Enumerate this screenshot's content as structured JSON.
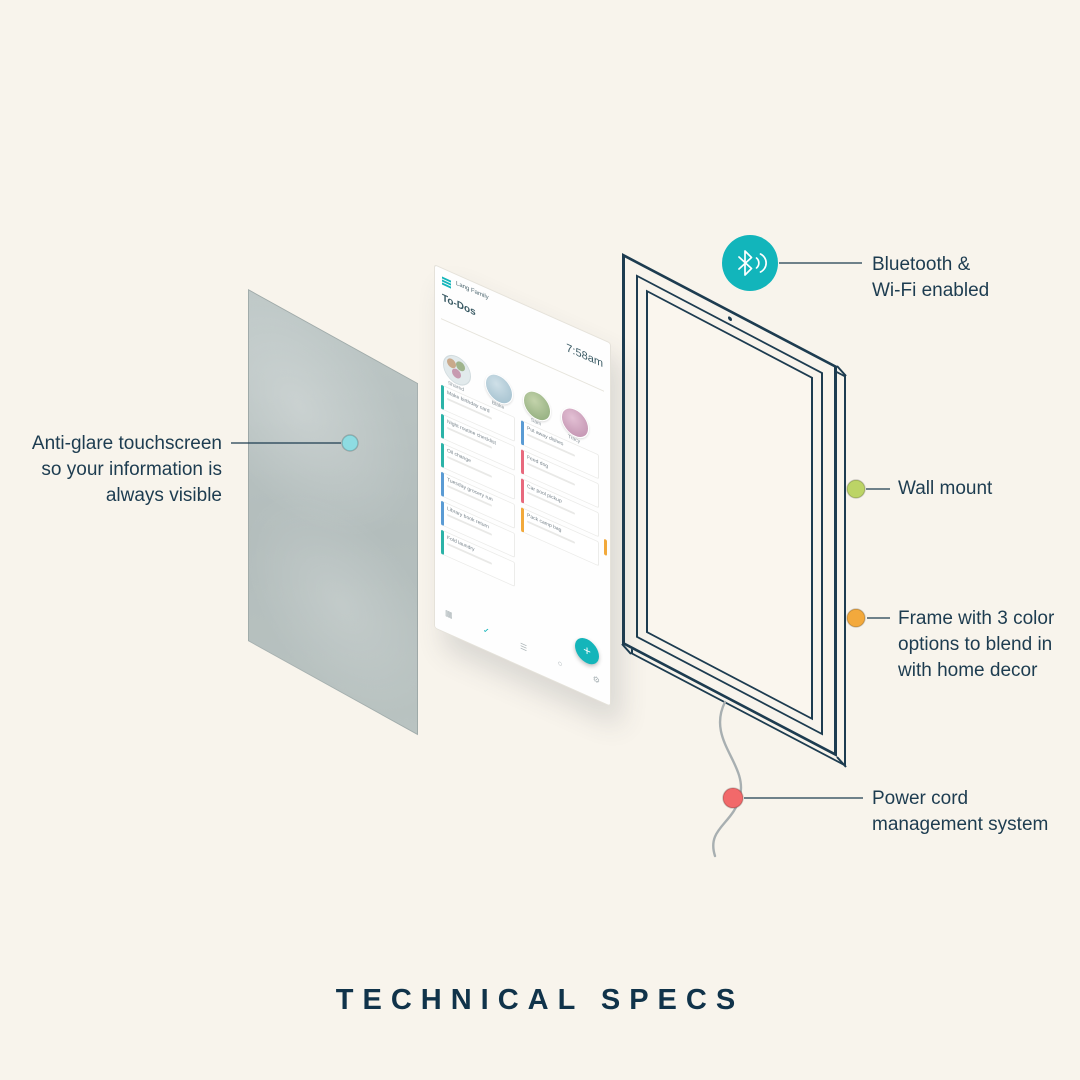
{
  "title": "TECHNICAL SPECS",
  "colors": {
    "background": "#f8f4ec",
    "ink": "#1d3c50",
    "teal_accent": "#14b5ba",
    "panel_gray": "#b7c1c0",
    "cord_gray": "#a8afb1",
    "card_accent_teal": "#2bb3a8",
    "card_accent_blue": "#5a9bd4",
    "card_accent_red": "#e8697d",
    "card_accent_orange": "#f2a93b"
  },
  "callouts": {
    "anti_glare": {
      "label": "Anti-glare touchscreen\nso your information is\nalways visible",
      "dot": "#8edce2"
    },
    "bluetooth": {
      "label": "Bluetooth &\nWi-Fi enabled",
      "badge": "#12b5bb"
    },
    "wall_mount": {
      "label": "Wall mount",
      "dot": "#bcd466"
    },
    "frame_colors": {
      "label": "Frame with 3 color\noptions to blend in\nwith home decor",
      "dot": "#f3a93c"
    },
    "power_cord": {
      "label": "Power cord\nmanagement system",
      "dot": "#f2696a"
    }
  },
  "device_screen": {
    "family_name": "Lang Family",
    "page_title": "To-Dos",
    "time": "7:58am",
    "avatars": [
      {
        "name": "Shared"
      },
      {
        "name": "Blake"
      },
      {
        "name": "Sam"
      },
      {
        "name": "Tracy"
      }
    ],
    "tasks_col1": [
      "Make birthday card",
      "Night routine checklist",
      "Oil change",
      "Tuesday grocery run",
      "Library book return",
      "Fold laundry"
    ],
    "tasks_col2": [
      "Put away dishes",
      "Feed dog",
      "Car pool pickup",
      "Pack camp bag"
    ],
    "fab_label": "+",
    "nav_icons": [
      {
        "name": "calendar",
        "glyph": "▦"
      },
      {
        "name": "todos",
        "glyph": "✓"
      },
      {
        "name": "lists",
        "glyph": "☰"
      },
      {
        "name": "meals",
        "glyph": "○"
      },
      {
        "name": "settings",
        "glyph": "⚙"
      }
    ]
  }
}
